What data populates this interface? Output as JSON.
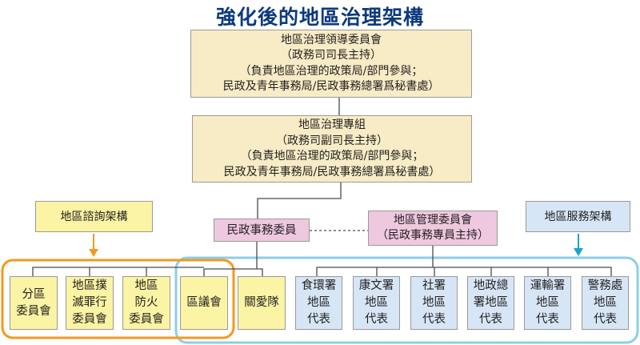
{
  "title": "強化後的地區治理架構",
  "leadership_committee": {
    "lines": [
      "地區治理領導委員會",
      "（政務司司長主持）",
      "（負責地區治理的政策局/部門參與；",
      "民政及青年事務局/民政事務總署爲秘書處）"
    ]
  },
  "task_force": {
    "lines": [
      "地區治理專組",
      "（政務司副司長主持）",
      "（負責地區治理的政策局/部門參與；",
      "民政及青年事務局/民政事務總署爲秘書處）"
    ]
  },
  "district_officer": {
    "label": "民政事務委員"
  },
  "district_management_committee": {
    "lines": [
      "地區管理委員會",
      "（民政事務專員主持）"
    ]
  },
  "consultation_framework": {
    "label": "地區諮詢架構"
  },
  "service_framework": {
    "label": "地區服務架構"
  },
  "consultation_children": [
    {
      "lines": [
        "分區",
        "委員會"
      ]
    },
    {
      "lines": [
        "地區撲",
        "滅罪行",
        "委員會"
      ]
    },
    {
      "lines": [
        "地區",
        "防火",
        "委員會"
      ]
    }
  ],
  "district_council": {
    "label": "區議會"
  },
  "care_teams": {
    "label": "關愛隊"
  },
  "department_reps": [
    {
      "lines": [
        "食環署",
        "地區",
        "代表"
      ]
    },
    {
      "lines": [
        "康文署",
        "地區",
        "代表"
      ]
    },
    {
      "lines": [
        "社署",
        "地區",
        "代表"
      ]
    },
    {
      "lines": [
        "地政總",
        "署地區",
        "代表"
      ]
    },
    {
      "lines": [
        "運輸署",
        "地區",
        "代表"
      ]
    },
    {
      "lines": [
        "警務處",
        "地區",
        "代表"
      ]
    }
  ],
  "colors": {
    "title": "#0b3a7e",
    "consultation_accent": "#f29a1f",
    "service_accent": "#8ccfe6",
    "arrow_blue": "#18a3cf"
  }
}
